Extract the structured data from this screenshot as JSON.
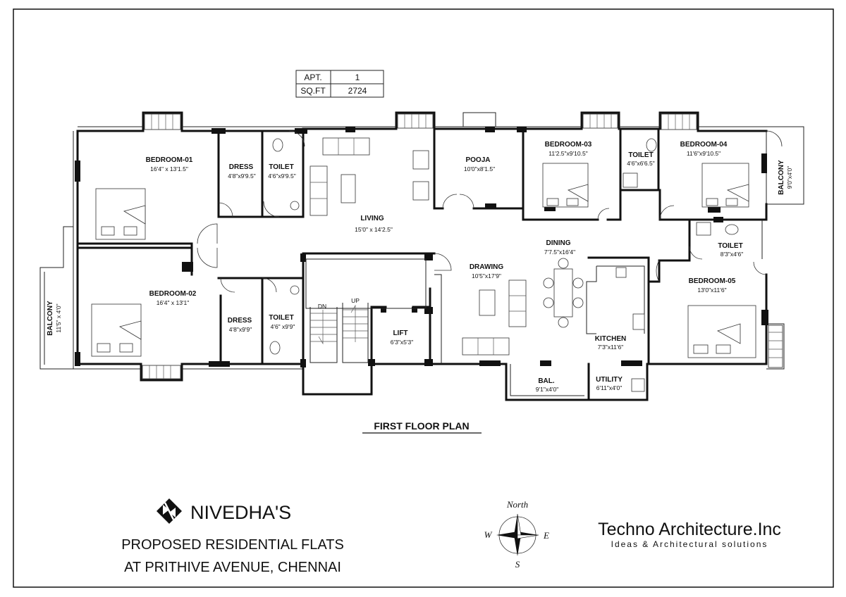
{
  "info_table": {
    "apt_label": "APT.",
    "apt_value": "1",
    "sqft_label": "SQ.FT",
    "sqft_value": "2724"
  },
  "rooms": {
    "bedroom01": {
      "name": "BEDROOM-01",
      "size": "16'4\" x 13'1.5\""
    },
    "dress1": {
      "name": "DRESS",
      "size": "4'8\"x9'9.5\""
    },
    "toilet1": {
      "name": "TOILET",
      "size": "4'6\"x9'9.5\""
    },
    "living": {
      "name": "LIVING",
      "size": "15'0\" x 14'2.5\""
    },
    "pooja": {
      "name": "POOJA",
      "size": "10'0\"x8'1.5\""
    },
    "bedroom03": {
      "name": "BEDROOM-03",
      "size": "11'2.5\"x9'10.5\""
    },
    "toilet3": {
      "name": "TOILET",
      "size": "4'6\"x6'6.5\""
    },
    "bedroom04": {
      "name": "BEDROOM-04",
      "size": "11'6\"x9'10.5\""
    },
    "balcony_right": {
      "name": "BALCONY",
      "size": "9'0\"x4'0\""
    },
    "toilet4": {
      "name": "TOILET",
      "size": "8'3\"x4'6\""
    },
    "dining": {
      "name": "DINING",
      "size": "7'7.5\"x16'4\""
    },
    "drawing": {
      "name": "DRAWING",
      "size": "10'5\"x17'9\""
    },
    "bedroom05": {
      "name": "BEDROOM-05",
      "size": "13'0\"x11'6\""
    },
    "bedroom02": {
      "name": "BEDROOM-02",
      "size": "16'4\" x 13'1\""
    },
    "dress2": {
      "name": "DRESS",
      "size": "4'8\"x9'9\""
    },
    "toilet2": {
      "name": "TOILET",
      "size": "4'6\" x9'9\""
    },
    "lift": {
      "name": "LIFT",
      "size": "6'3\"x5'3\""
    },
    "kitchen": {
      "name": "KITCHEN",
      "size": "7'3\"x11'6\""
    },
    "bal": {
      "name": "BAL.",
      "size": "9'1\"x4'0\""
    },
    "utility": {
      "name": "UTILITY",
      "size": "6'11\"x4'0\""
    },
    "balcony_left": {
      "name": "BALCONY",
      "size": "11'5\" x 4'0\""
    }
  },
  "stairs": {
    "down": "DN",
    "up": "UP"
  },
  "plan_title": "FIRST FLOOR PLAN",
  "project": {
    "brand": "NIVEDHA'S",
    "line1": "PROPOSED RESIDENTIAL FLATS",
    "line2": "AT PRITHIVE AVENUE, CHENNAI"
  },
  "compass": {
    "north": "North",
    "west": "W",
    "east": "E",
    "south": "S"
  },
  "firm": {
    "name": "Techno Architecture.Inc",
    "tagline": "Ideas & Architectural solutions"
  },
  "colors": {
    "ink": "#111111",
    "paper": "#ffffff"
  }
}
